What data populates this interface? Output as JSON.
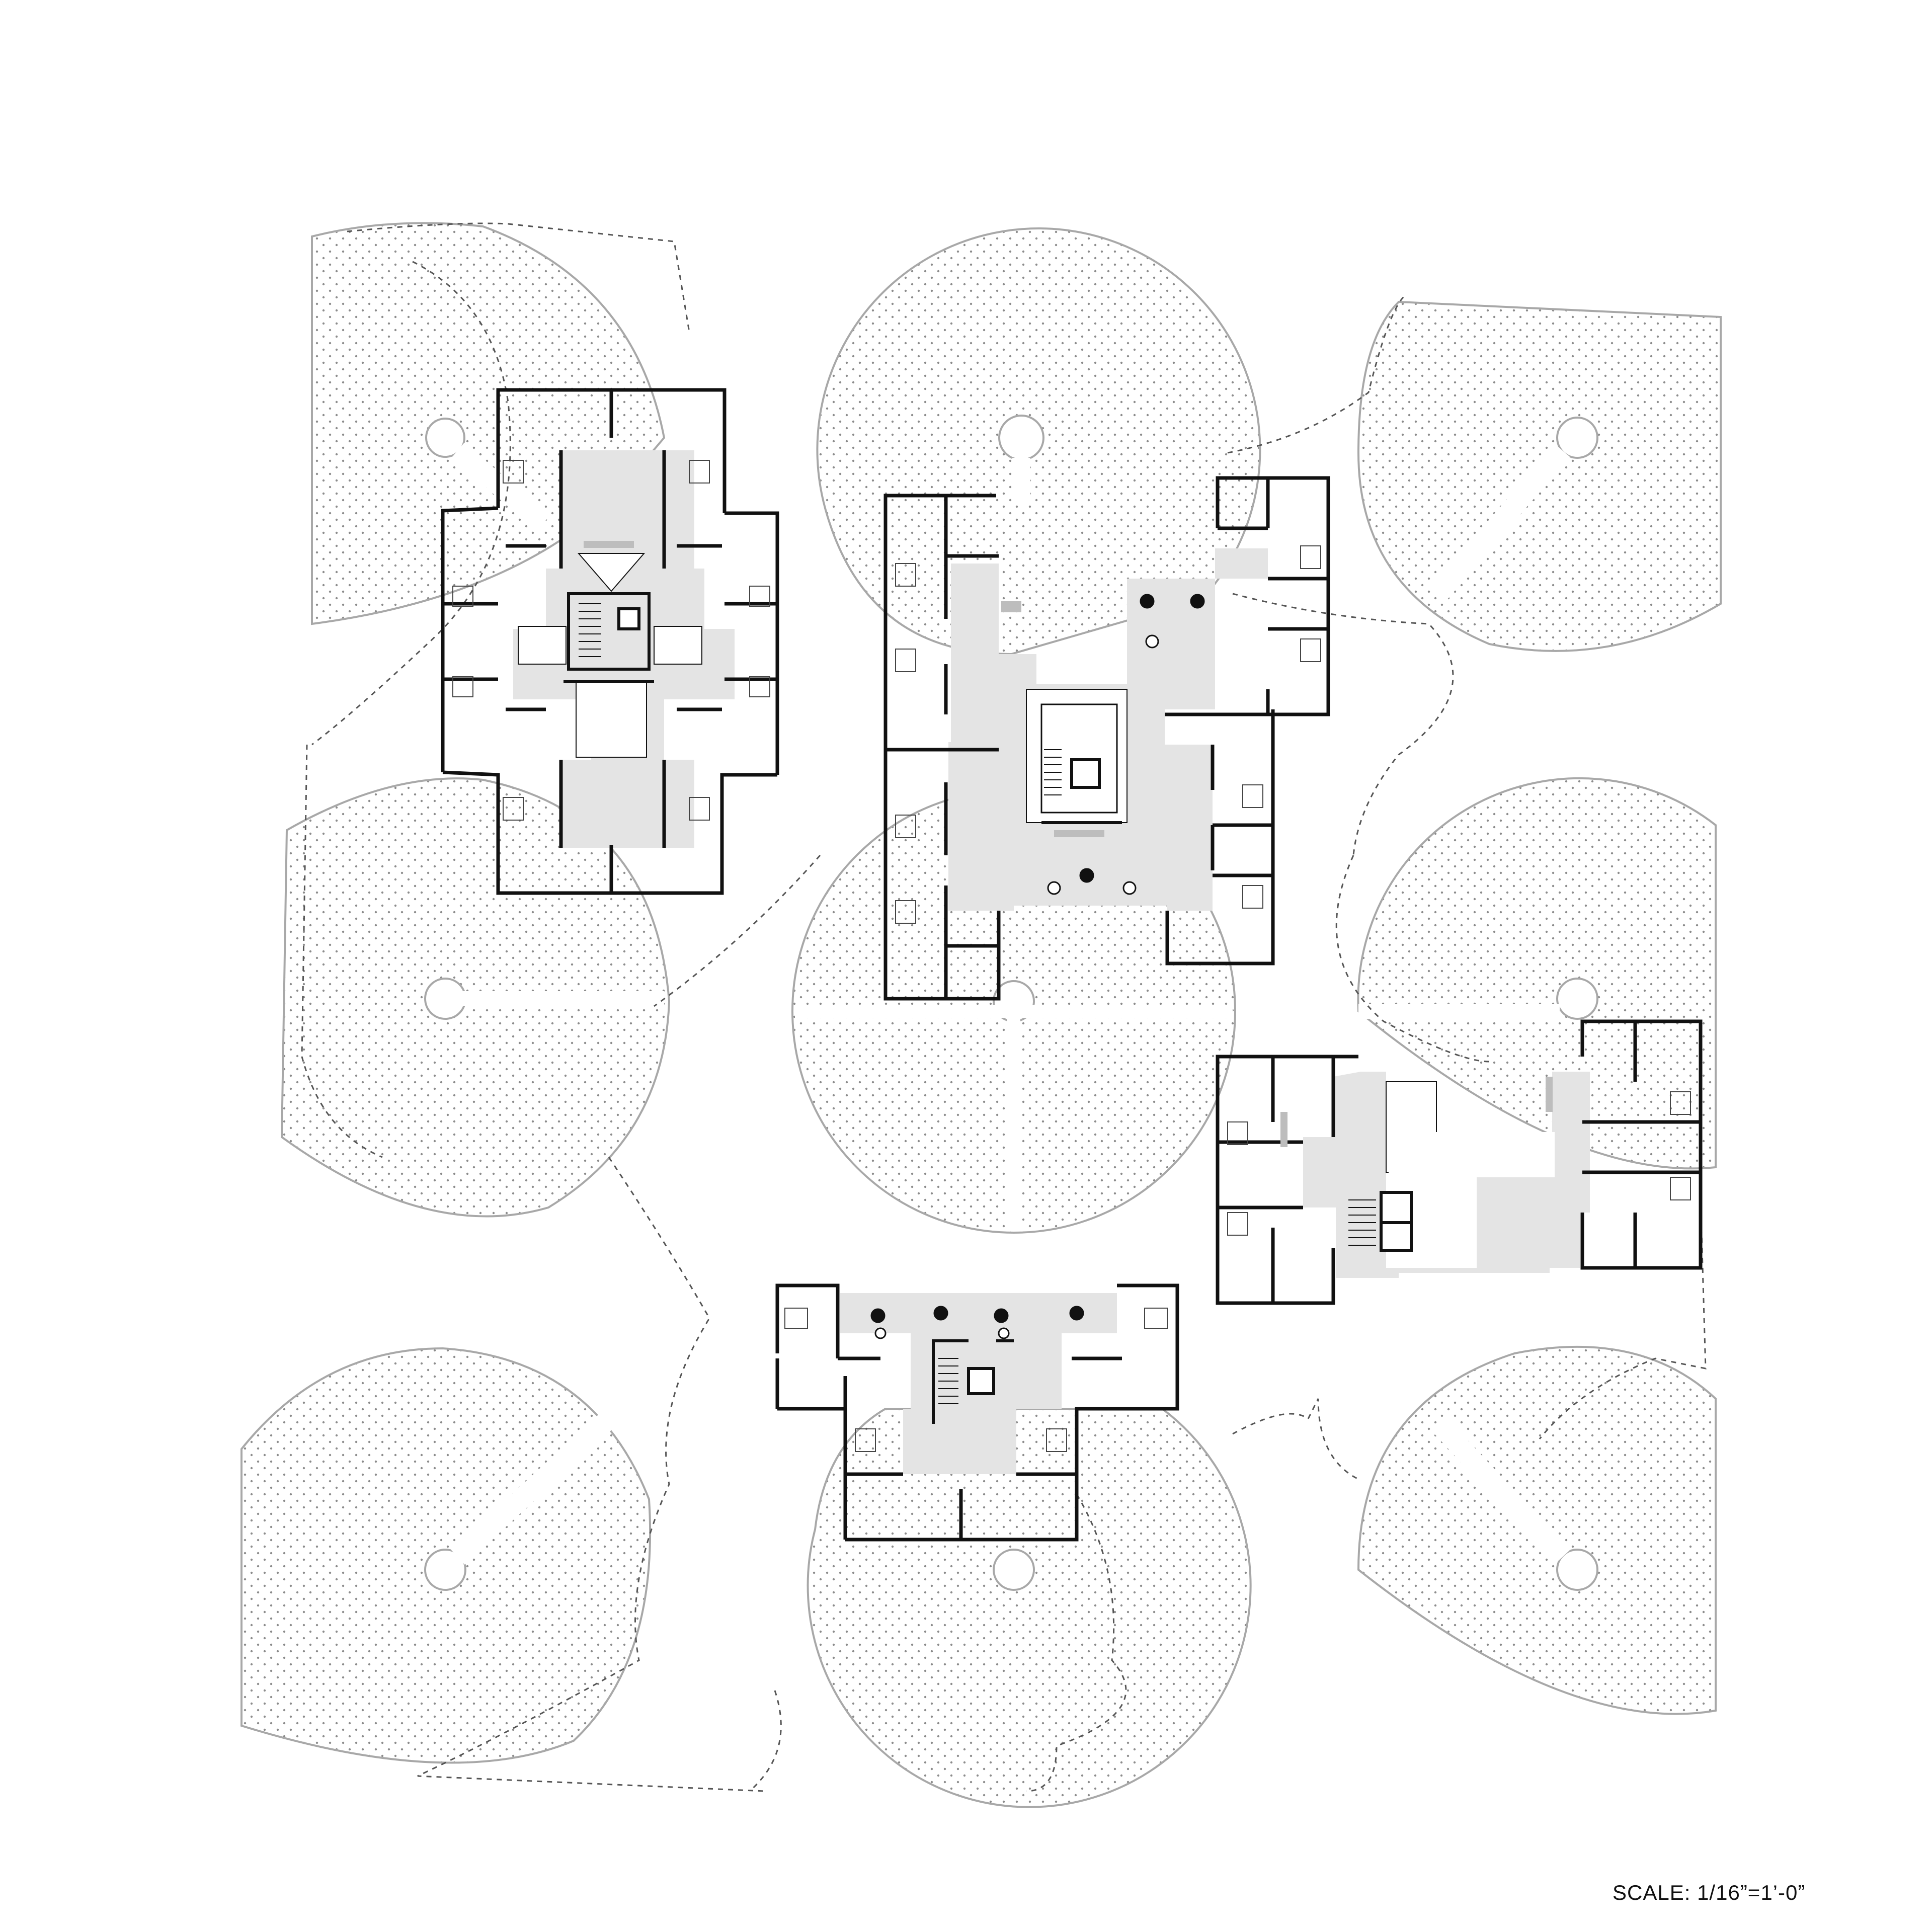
{
  "drawing": {
    "type": "site floor plan",
    "scale_label": "SCALE: 1/16”=1’-0”"
  },
  "legend_colors": {
    "circulation_fill": "#e4e4e4",
    "wall": "#111111",
    "site_outline": "#a8a8a8",
    "garden_dots": "#8c8c8c",
    "path_dashed": "#555555",
    "background": "#ffffff"
  },
  "site": {
    "circular_gardens": 9,
    "buildings": 4
  }
}
